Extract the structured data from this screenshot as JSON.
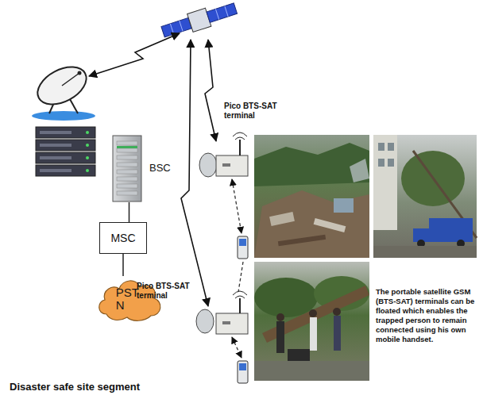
{
  "diagram": {
    "nodes": [
      {
        "text": [
          "BSC"
        ]
      },
      {
        "text": [
          "MSC"
        ]
      },
      {
        "text": [
          "PST N"
        ]
      }
    ],
    "edges": [
      {
        "from": 0,
        "to": 1,
        "arrow": "none"
      },
      {
        "from": 1,
        "to": 2,
        "arrow": "none"
      }
    ],
    "labels": [
      "Pico BTS-SAT terminal",
      "Pico BTS-SAT terminal",
      "The portable satellite GSM (BTS-SAT) terminals can be floated which enables the trapped person to remain connected using his own mobile handset.",
      "Disaster safe site segment"
    ]
  }
}
